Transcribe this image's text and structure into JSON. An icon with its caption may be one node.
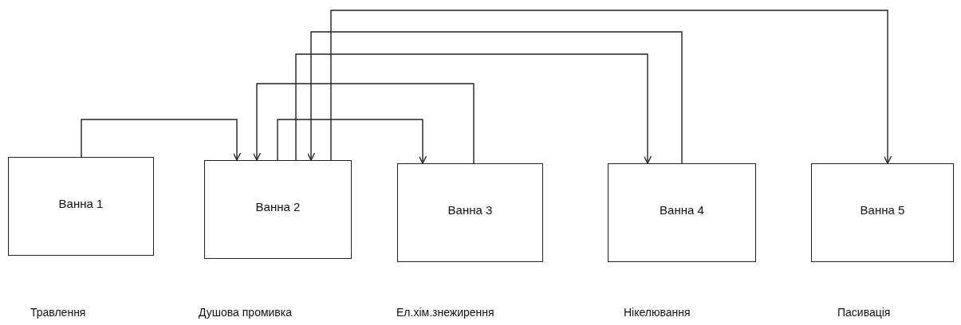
{
  "diagram": {
    "nodes": [
      {
        "text": [
          "Ванна 1"
        ]
      },
      {
        "text": [
          "Ванна 2"
        ]
      },
      {
        "text": [
          "Ванна 3"
        ]
      },
      {
        "text": [
          "Ванна 4"
        ]
      },
      {
        "text": [
          "Ванна 5"
        ]
      }
    ],
    "labels": [
      "Травлення",
      "Душова промивка",
      "Ел.хім.знежирення",
      "Нікелювання",
      "Пасивація"
    ],
    "edges": [
      {
        "from": 0,
        "to": 1,
        "arrow": "to"
      },
      {
        "from": 2,
        "to": 1,
        "arrow": "to"
      },
      {
        "from": 1,
        "to": 2,
        "arrow": "to"
      },
      {
        "from": 1,
        "to": 3,
        "arrow": "to"
      },
      {
        "from": 3,
        "to": 1,
        "arrow": "to"
      },
      {
        "from": 1,
        "to": 4,
        "arrow": "to"
      }
    ]
  }
}
